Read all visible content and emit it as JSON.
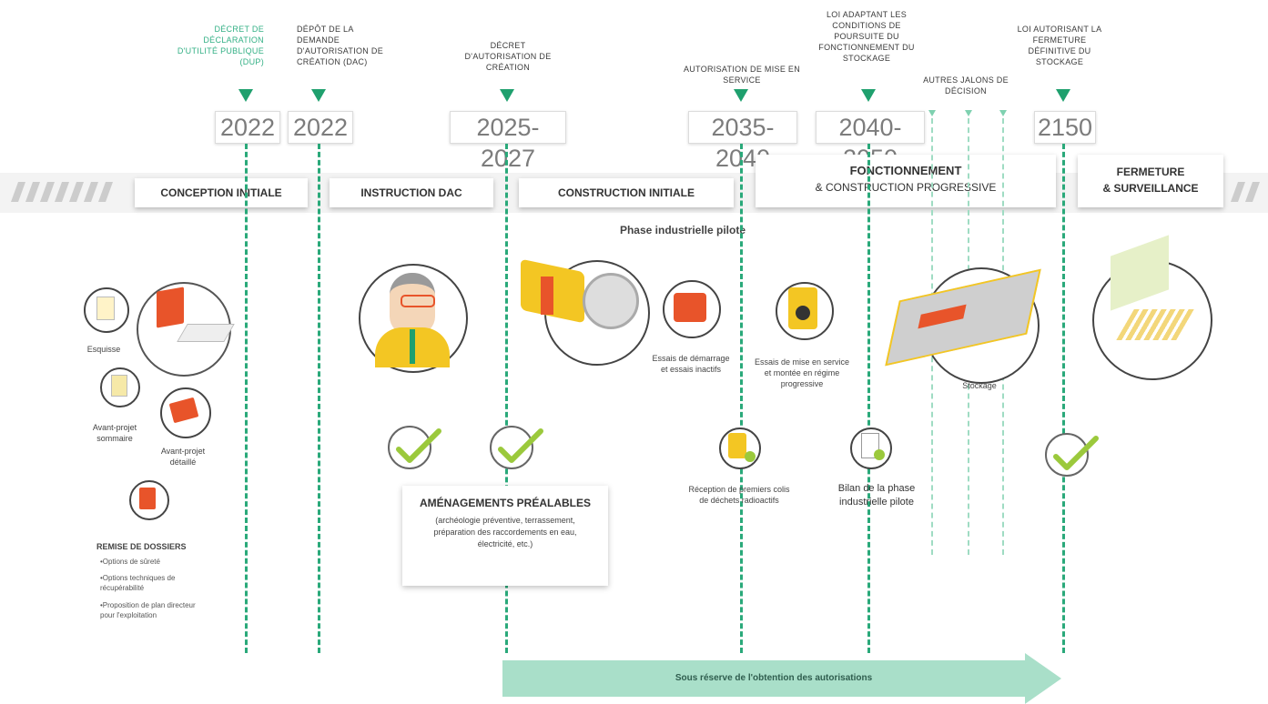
{
  "milestones": {
    "dup": "DÉCRET DE DÉCLARATION D'UTILITÉ PUBLIQUE (DUP)",
    "dac": "DÉPÔT DE LA DEMANDE D'AUTORISATION DE CRÉATION (DAC)",
    "creation": "DÉCRET D'AUTORISATION DE CRÉATION",
    "service": "AUTORISATION DE MISE EN SERVICE",
    "loi": "LOI ADAPTANT LES CONDITIONS DE POURSUITE DU FONCTIONNEMENT DU STOCKAGE",
    "autres": "AUTRES JALONS DE DÉCISION",
    "fermeture": "LOI AUTORISANT LA FERMETURE DÉFINITIVE DU STOCKAGE"
  },
  "years": {
    "y1": "2022",
    "y2": "2022",
    "y3": "2025-2027",
    "y4": "2035-2040",
    "y5": "2040-2050",
    "y6": "2150"
  },
  "phases": {
    "conception": "CONCEPTION INITIALE",
    "instruction": "INSTRUCTION DAC",
    "construction": "CONSTRUCTION INITIALE",
    "fonctionnement_title": "FONCTIONNEMENT",
    "fonctionnement_sub": "& CONSTRUCTION PROGRESSIVE",
    "fermeture_line1": "FERMETURE",
    "fermeture_line2": "& SURVEILLANCE"
  },
  "pilot": "Phase industrielle pilote",
  "labels": {
    "esquisse": "Esquisse",
    "avant_sommaire": "Avant-projet sommaire",
    "avant_detaille": "Avant-projet détaillé",
    "essais_demarrage": "Essais de démarrage et essais inactifs",
    "essais_service": "Essais de mise en service et montée en régime progressive",
    "stockage": "Stockage",
    "reception": "Réception de premiers colis de déchets radioactifs",
    "bilan": "Bilan de la phase industrielle pilote"
  },
  "remise": {
    "title": "REMISE DE DOSSIERS",
    "items": [
      "•Options de sûreté",
      "•Options techniques de récupérabilité",
      "•Proposition de plan directeur pour l'exploitation"
    ]
  },
  "amenagements": {
    "title": "AMÉNAGEMENTS PRÉALABLES",
    "body": "(archéologie préventive, terrassement, préparation des raccordements en eau, électricité, etc.)"
  },
  "arrow": "Sous réserve de l'obtention des autorisations",
  "colors": {
    "green": "#1fa06e",
    "light_green": "#a9dfc9",
    "orange": "#e8542a",
    "yellow": "#f3c623",
    "check": "#9bc93c"
  }
}
